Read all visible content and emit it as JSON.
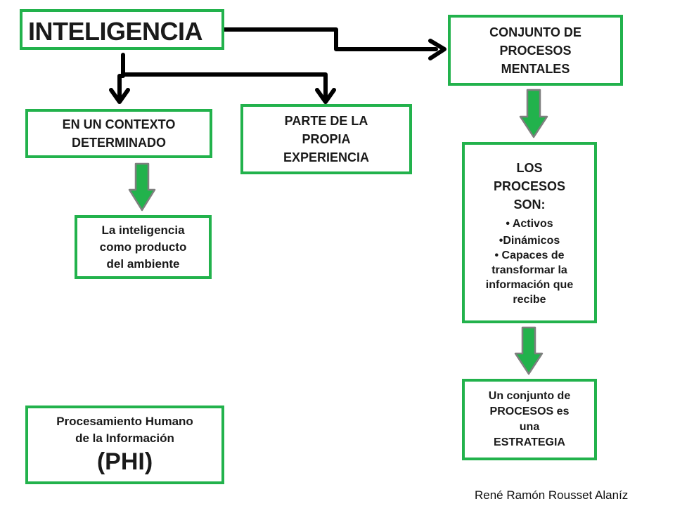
{
  "colors": {
    "box_border": "#22b24c",
    "arrow_fill": "#22b24c",
    "arrow_outline": "#7f7f7f",
    "connector": "#000000"
  },
  "title": "INTELIGENCIA",
  "nodes": {
    "conjunto": [
      "CONJUNTO DE",
      "PROCESOS",
      "MENTALES"
    ],
    "contexto": [
      "EN UN CONTEXTO",
      "DETERMINADO"
    ],
    "experiencia": [
      "PARTE DE LA",
      "PROPIA",
      "EXPERIENCIA"
    ],
    "producto": [
      "La inteligencia",
      "como producto",
      "del ambiente"
    ],
    "procesos": {
      "heading": [
        "LOS",
        "PROCESOS",
        "SON:"
      ],
      "items": [
        "• Activos",
        "•Dinámicos",
        "• Capaces de",
        "transformar la",
        "información que",
        "recibe"
      ]
    },
    "estrategia": [
      "Un conjunto de",
      "PROCESOS es",
      "una",
      "ESTRATEGIA"
    ],
    "phi": {
      "lines": [
        "Procesamiento Humano",
        "de la Información"
      ],
      "acronym": "(PHI)"
    }
  },
  "credit": "René Ramón Rousset Alaníz"
}
